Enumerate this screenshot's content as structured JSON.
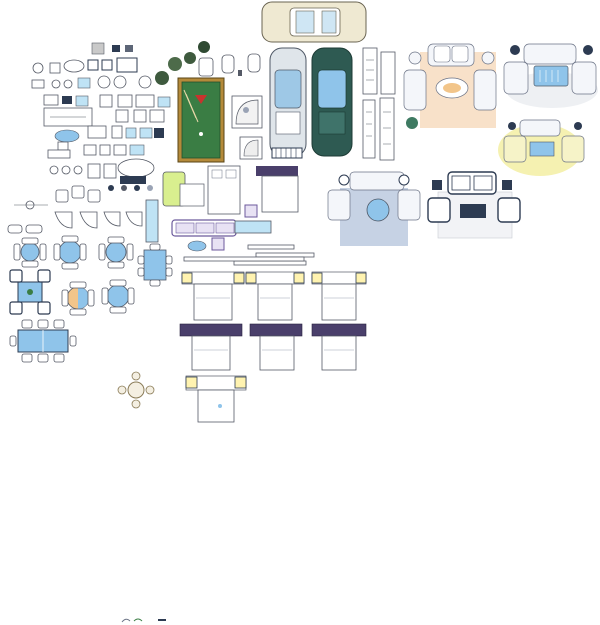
{
  "palette": {
    "background": "#ffffff",
    "outline": "#555a66",
    "navy": "#2d3b52",
    "felt_green": "#3a7d44",
    "table_wood": "#b48a3a",
    "car_cream": "#efe9d2",
    "car_silver": "#dfe5ea",
    "car_green": "#2e5a52",
    "rug_peach": "#f7dcc0",
    "rug_yellow": "#f4f0a8",
    "rug_lightblue": "#c6d2e4",
    "glass_blue": "#8fc4ea",
    "accent_purple": "#6c5a9c",
    "orange_sofa": "#f2c58a",
    "lime": "#d9ef8f"
  },
  "symbol_groups": [
    {
      "name": "cars",
      "icon": "car-icon"
    },
    {
      "name": "billiard-table",
      "icon": "billiard-table-icon"
    },
    {
      "name": "bathroom-fixtures",
      "icon": "toilet-icon"
    },
    {
      "name": "living-room-sets",
      "icon": "sofa-icon"
    },
    {
      "name": "dining-sets",
      "icon": "dining-table-icon"
    },
    {
      "name": "bed-sets",
      "icon": "bed-icon"
    },
    {
      "name": "plants",
      "icon": "plant-icon"
    }
  ]
}
